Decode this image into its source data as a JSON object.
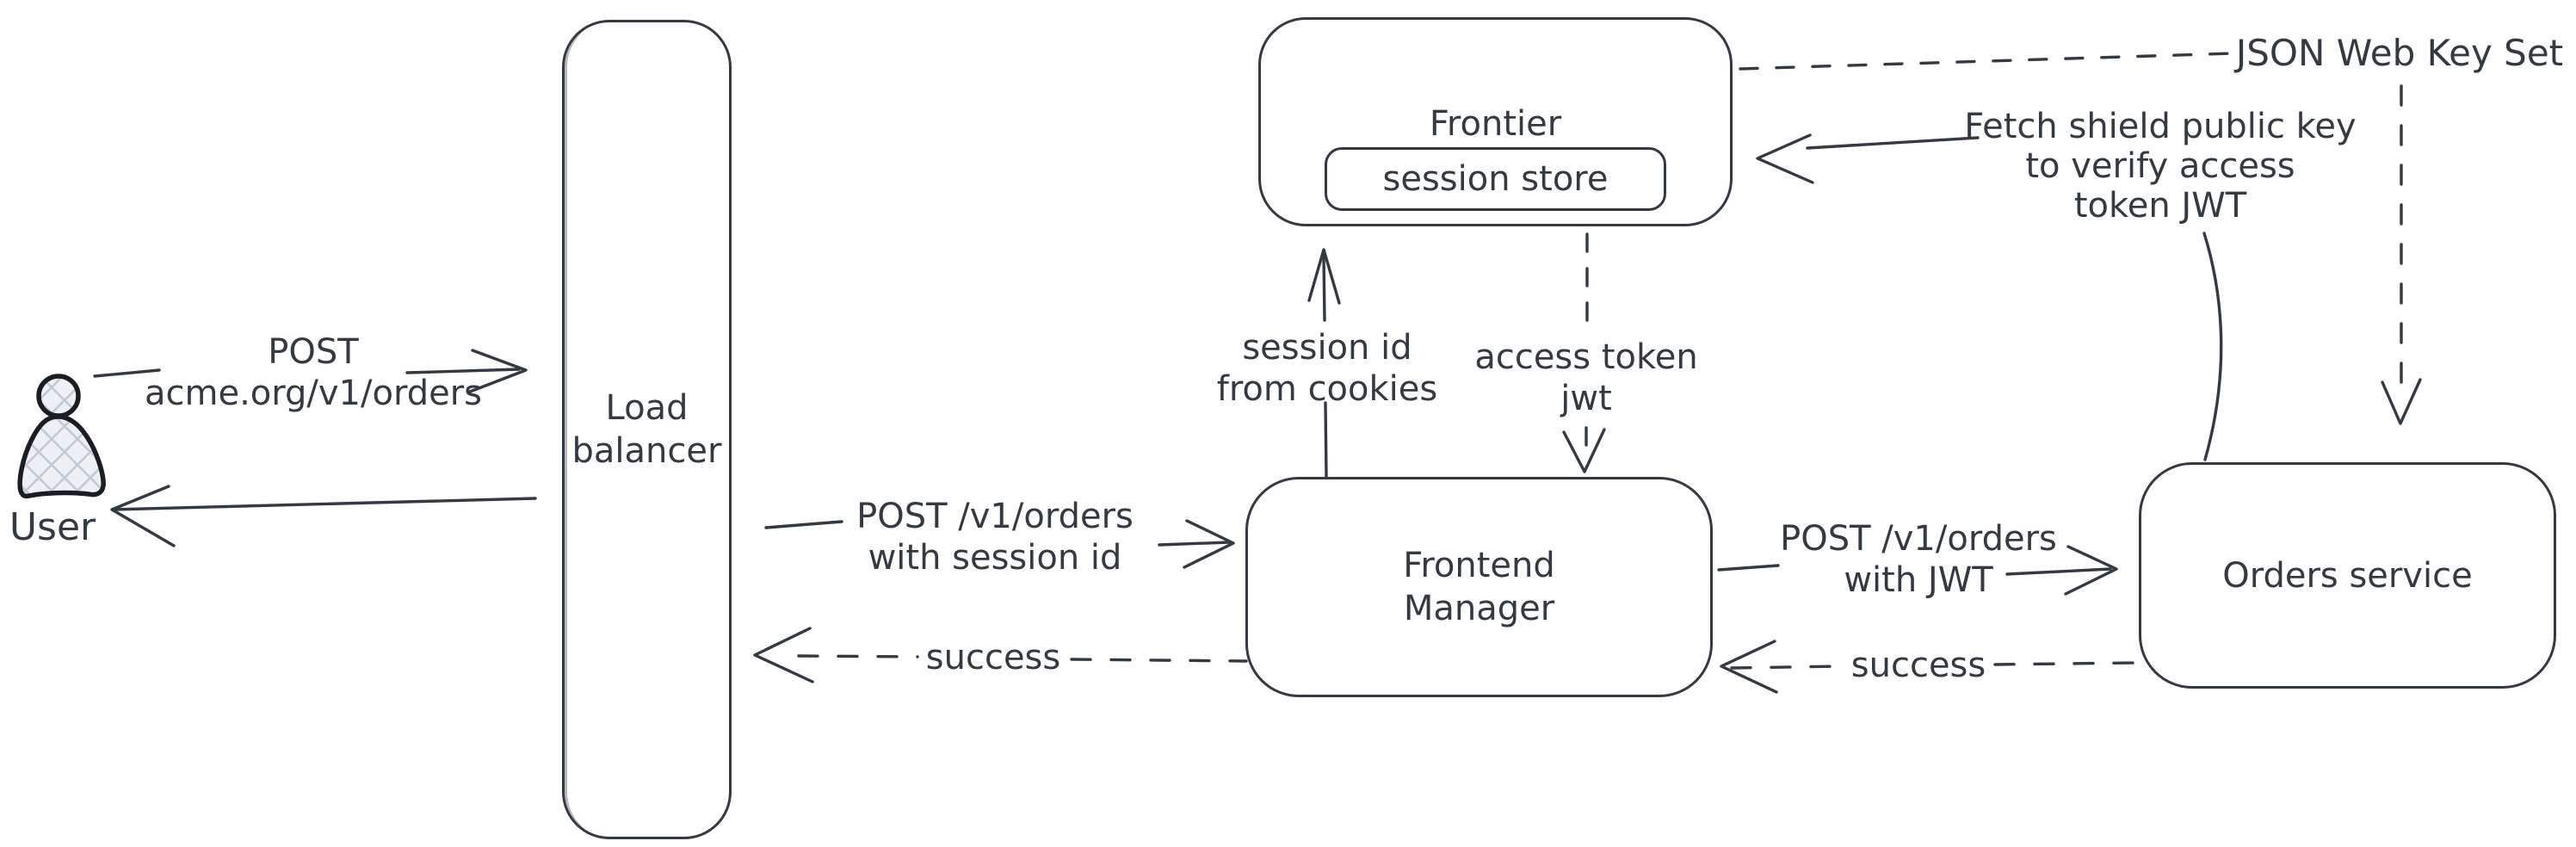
{
  "colors": {
    "stroke": "#343a42",
    "background": "#ffffff",
    "user_hatch_fill": "#c2cbd4",
    "user_outline": "#1a1d22"
  },
  "nodes": {
    "user": {
      "label": "User"
    },
    "load_balancer": {
      "line1": "Load",
      "line2": "balancer"
    },
    "frontier": {
      "label": "Frontier",
      "session_store": {
        "label": "session store"
      }
    },
    "frontend_manager": {
      "line1": "Frontend",
      "line2": "Manager"
    },
    "orders_service": {
      "label": "Orders service"
    }
  },
  "edges": {
    "user_to_load_balancer": {
      "line1": "POST",
      "line2": "acme.org/v1/orders"
    },
    "load_balancer_to_user": {
      "label": ""
    },
    "load_balancer_to_frontend_manager": {
      "line1": "POST /v1/orders",
      "line2": "with session id"
    },
    "frontend_manager_to_load_balancer": {
      "label": "success"
    },
    "frontend_manager_to_frontier": {
      "line1": "session id",
      "line2": "from cookies"
    },
    "frontier_to_frontend_manager": {
      "line1": "access token",
      "line2": "jwt"
    },
    "frontend_manager_to_orders_service": {
      "line1": "POST /v1/orders",
      "line2": "with JWT"
    },
    "orders_service_to_frontend_manager": {
      "label": "success"
    },
    "json_web_key_set": {
      "label": "JSON Web Key Set"
    },
    "orders_service_to_frontier": {
      "line1": "Fetch shield public key",
      "line2": "to verify access",
      "line3": "token JWT"
    }
  }
}
